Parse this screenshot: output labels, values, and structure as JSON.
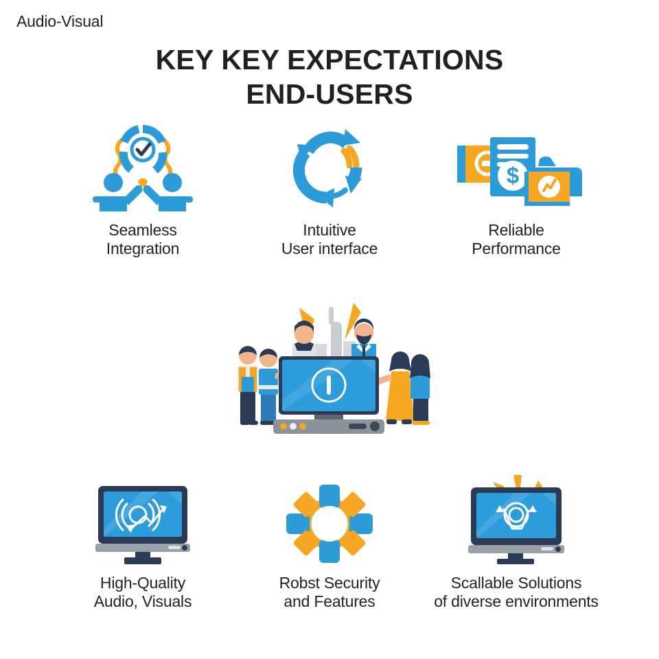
{
  "brand": {
    "label": "Audio-Visual"
  },
  "title": {
    "line1": "KEY KEY EXPECTATIONS",
    "line2": "END-USERS"
  },
  "colors": {
    "blue": "#2e9bd9",
    "blue_dark": "#1b82c4",
    "orange": "#f5a623",
    "orange_dark": "#e8901a",
    "navy": "#2b3a55",
    "screen_blue": "#2d9cdb",
    "screen_blue_dark": "#1f86c9",
    "gray": "#8d939b",
    "text": "#231f20",
    "background": "#ffffff"
  },
  "top_row": [
    {
      "icon": "handshake-check-icon",
      "label_line1": "Seamless",
      "label_line2": "Integration"
    },
    {
      "icon": "cycle-arrows-icon",
      "label_line1": "Intuitive",
      "label_line2": "User interface"
    },
    {
      "icon": "payment-cards-chart-icon",
      "label_line1": "Reliable",
      "label_line2": "Performance"
    }
  ],
  "hero": {
    "icon": "people-around-display-illustration",
    "screen_symbol": "power-info-circle-icon",
    "people_count": 6
  },
  "bottom_row": [
    {
      "icon": "monitor-signal-waves-icon",
      "label_line1": "High-Quality",
      "label_line2": "Audio, Visuals"
    },
    {
      "icon": "gear-squares-icon",
      "label_line1": "Robst Security",
      "label_line2": "and Features"
    },
    {
      "icon": "monitor-burst-rays-icon",
      "label_line1": "Scallable Solutions",
      "label_line2": "of diverse environments"
    }
  ]
}
